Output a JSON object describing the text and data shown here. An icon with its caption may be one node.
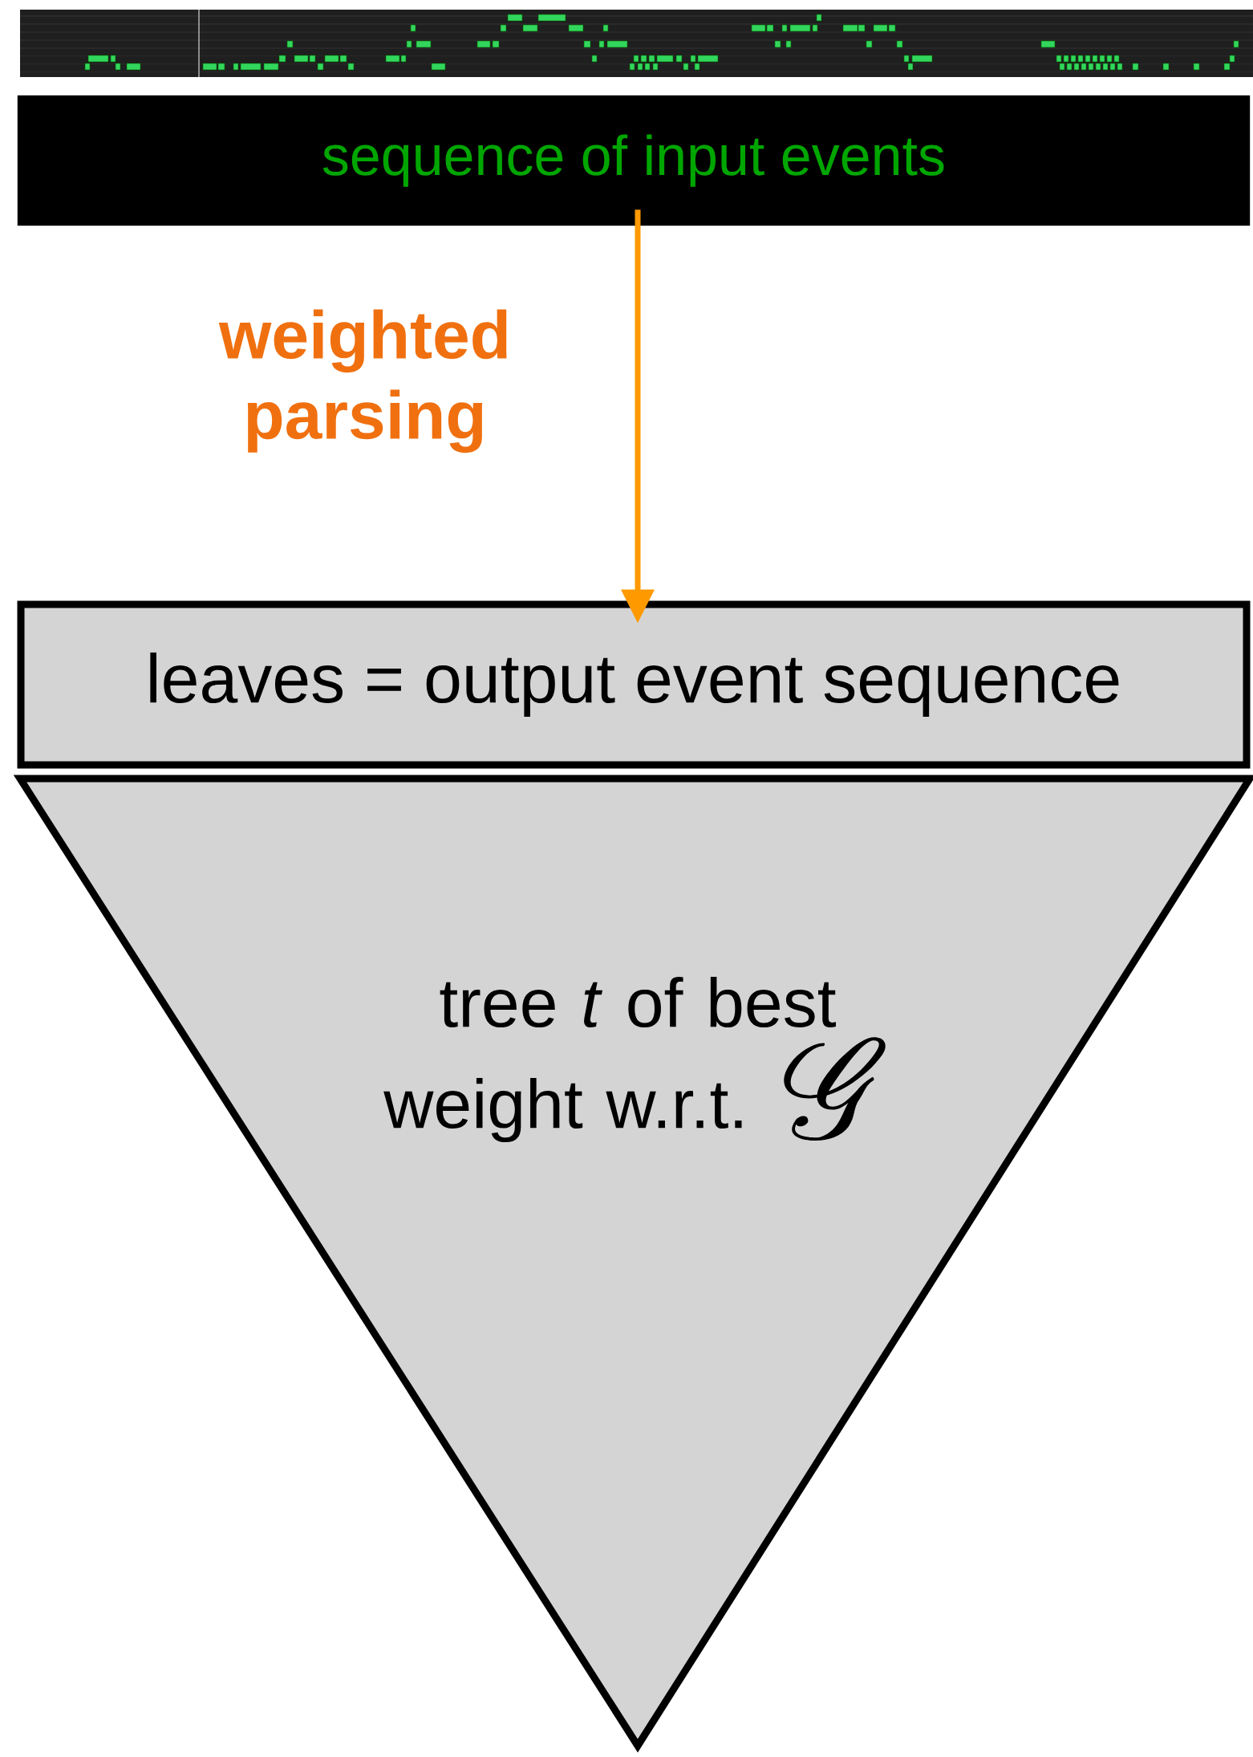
{
  "diagram": {
    "nodes": [
      {
        "text": [
          "sequence of input events"
        ]
      },
      {
        "text": [
          "leaves = output event sequence"
        ]
      },
      {
        "text": [
          "tree *t* of best weight w.r.t.",
          "\\mathscr{G}"
        ]
      }
    ],
    "edges": [
      {
        "from": 0,
        "to": 1,
        "arrow": "to",
        "label": "weighted parsing",
        "color": "#ff9900"
      }
    ]
  }
}
